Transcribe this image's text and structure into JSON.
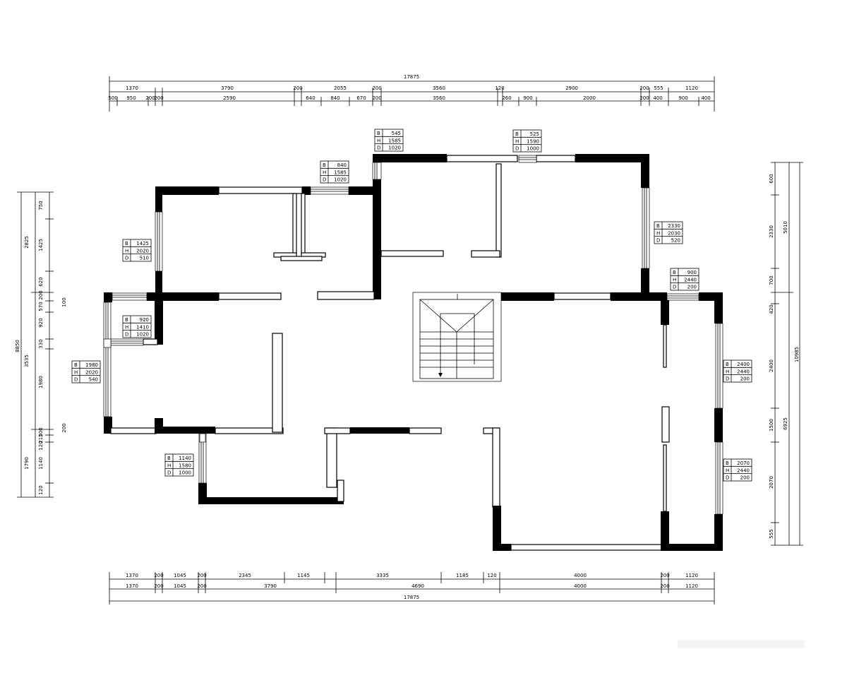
{
  "dims": {
    "top_total": "17875",
    "top_row1": [
      "1370",
      "3790",
      "200",
      "2055",
      "200",
      "3560",
      "120",
      "2900",
      "200",
      "555",
      "1120"
    ],
    "top_row2": [
      "500",
      "950",
      "200",
      "200",
      "2590",
      "640",
      "840",
      "670",
      "200",
      "3560",
      "260",
      "900",
      "2000",
      "200",
      "400",
      "900",
      "400"
    ],
    "bottom_row1": [
      "1370",
      "200",
      "1045",
      "200",
      "2345",
      "1145",
      "3335",
      "1185",
      "120",
      "4000",
      "200",
      "1120"
    ],
    "bottom_row2": [
      "1370",
      "200",
      "1045",
      "200",
      "3790",
      "4690",
      "4000",
      "200",
      "1120"
    ],
    "bottom_total": "17875",
    "left_outer": "8850",
    "left_mid": [
      "2825",
      "3535",
      "1790"
    ],
    "left_inner": [
      "750",
      "1425",
      "620",
      "200",
      "570",
      "920",
      "330",
      "1980",
      "200",
      "215",
      "120",
      "1140",
      "120"
    ],
    "left_note": "100",
    "left_note2": "200",
    "right_outer": "10985",
    "right_mid": [
      "5010",
      "6925"
    ],
    "right_inner": [
      "600",
      "2330",
      "700",
      "420",
      "2400",
      "1500",
      "2070",
      "555"
    ]
  },
  "openings": [
    {
      "id": "w1",
      "B": "1425",
      "H": "2020",
      "D": "510"
    },
    {
      "id": "w2",
      "B": "840",
      "H": "1585",
      "D": "1020"
    },
    {
      "id": "w3",
      "B": "545",
      "H": "1585",
      "D": "1020"
    },
    {
      "id": "w4",
      "B": "525",
      "H": "1590",
      "D": "1000"
    },
    {
      "id": "w5",
      "B": "2330",
      "H": "2030",
      "D": "520"
    },
    {
      "id": "w6",
      "B": "900",
      "H": "2440",
      "D": "200"
    },
    {
      "id": "w7",
      "B": "920",
      "H": "1410",
      "D": "1020"
    },
    {
      "id": "w8",
      "B": "1980",
      "H": "2020",
      "D": "540"
    },
    {
      "id": "w9",
      "B": "2400",
      "H": "2440",
      "D": "200"
    },
    {
      "id": "w10",
      "B": "2070",
      "H": "2440",
      "D": "200"
    },
    {
      "id": "w11",
      "B": "1140",
      "H": "1580",
      "D": "1000"
    }
  ]
}
